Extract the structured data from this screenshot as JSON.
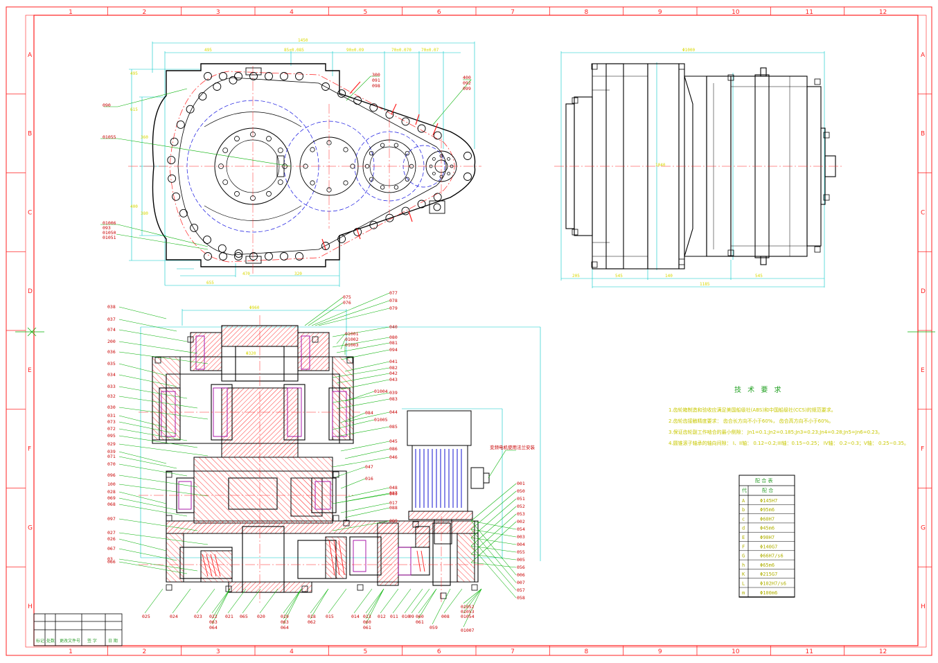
{
  "zones": {
    "columns": [
      "1",
      "2",
      "3",
      "4",
      "5",
      "6",
      "7",
      "8",
      "9",
      "10",
      "11",
      "12"
    ],
    "rows": [
      "A",
      "B",
      "C",
      "D",
      "E",
      "F",
      "G",
      "H"
    ]
  },
  "colors": {
    "frame": "#ff2020",
    "outline": "#000000",
    "leader": "#00b000",
    "dimension": "#00c8c8",
    "pitch": "#1010e0",
    "label": "#c80000",
    "text": "#c8c800"
  },
  "technical_requirements": {
    "title": "技 术 要 求",
    "items": [
      "1.齿轮箱制造和验收应满足美国船级社(ABS)和中国船级社(CCS)的规范要求。",
      "2.齿轮齿接触精度要求：  齿合长方向不小于60%，  齿合高方向不小于60%。",
      "3.保证齿轮副工作啮合的最小侧隙：  Jn1=0.1;Jn2=0.185;Jn3=0.23;Jn4=0.28;Jn5=Jn6=0.23。",
      "4.圆锥滚子轴承的轴向间隙：  I、II轴：  0.12~0.2;III轴：0.15~0.25；  IV轴：  0.2~0.3；V轴：  0.25~0.35。"
    ]
  },
  "fit_table": {
    "title": "配 合 表",
    "header": [
      "代",
      "配 合"
    ],
    "rows": [
      [
        "A",
        "Φ145H7"
      ],
      [
        "b",
        "Φ95m6"
      ],
      [
        "c",
        "Φ60H7"
      ],
      [
        "d",
        "Φ45m6"
      ],
      [
        "E",
        "Φ90H7"
      ],
      [
        "F",
        "Φ140G7"
      ],
      [
        "G",
        "Φ66H7/s6"
      ],
      [
        "h",
        "Φ65m6"
      ],
      [
        "K",
        "Φ215G7"
      ],
      [
        "L",
        "Φ102H7/s6"
      ],
      [
        "m",
        "Φ100m6"
      ]
    ]
  },
  "motor_note": "变频电机使用法兰安装",
  "title_block": {
    "cells": [
      "标记",
      "处数",
      "更改文件号",
      "签 字",
      "日 期"
    ]
  },
  "top_view_labels": {
    "left": [
      "090",
      "01055",
      "01006",
      "093",
      "01050",
      "01051"
    ],
    "right_a": [
      "300",
      "091",
      "098"
    ],
    "right_b": [
      "400",
      "092",
      "099"
    ]
  },
  "section_labels": {
    "left": [
      "038",
      "037",
      "074",
      "200",
      "036",
      "035",
      "034",
      "033",
      "032",
      "030",
      "031",
      "073",
      "072",
      "095",
      "029",
      "039",
      "071",
      "070",
      "096",
      "100",
      "028",
      "069",
      "068",
      "097",
      "027",
      "026",
      "067",
      "066",
      "03"
    ],
    "top": [
      "075",
      "076",
      "077",
      "078",
      "079"
    ],
    "right": [
      "040",
      "01001",
      "01002",
      "01003",
      "080",
      "081",
      "094",
      "041",
      "082",
      "042",
      "043",
      "01004",
      "039",
      "083",
      "084",
      "044",
      "01005",
      "085",
      "045",
      "086",
      "046",
      "047",
      "016",
      "048",
      "049",
      "087",
      "017",
      "088",
      "089"
    ],
    "far_right": [
      "001",
      "050",
      "051",
      "052",
      "053",
      "002",
      "054",
      "003",
      "004",
      "055",
      "005",
      "056",
      "006",
      "007",
      "057",
      "058"
    ],
    "bottom": [
      "025",
      "024",
      "023",
      "022",
      "063",
      "064",
      "021",
      "065",
      "020",
      "019",
      "063",
      "064",
      "018",
      "062",
      "015",
      "014",
      "013",
      "060",
      "061",
      "012",
      "011",
      "010",
      "09",
      "060",
      "061",
      "059",
      "008",
      "01052",
      "01053",
      "01054",
      "01007"
    ]
  },
  "dimensions": {
    "top_view": [
      "1450",
      "495",
      "85±0.085",
      "90±0.09",
      "70±0.070",
      "70±0.07",
      "495",
      "615",
      "400",
      "360",
      "380",
      "655",
      "470",
      "320"
    ],
    "side_view": [
      "Φ1000",
      "205",
      "545",
      "140",
      "545",
      "1185",
      "1040"
    ],
    "section": [
      "Φ960",
      "Φ320"
    ]
  }
}
